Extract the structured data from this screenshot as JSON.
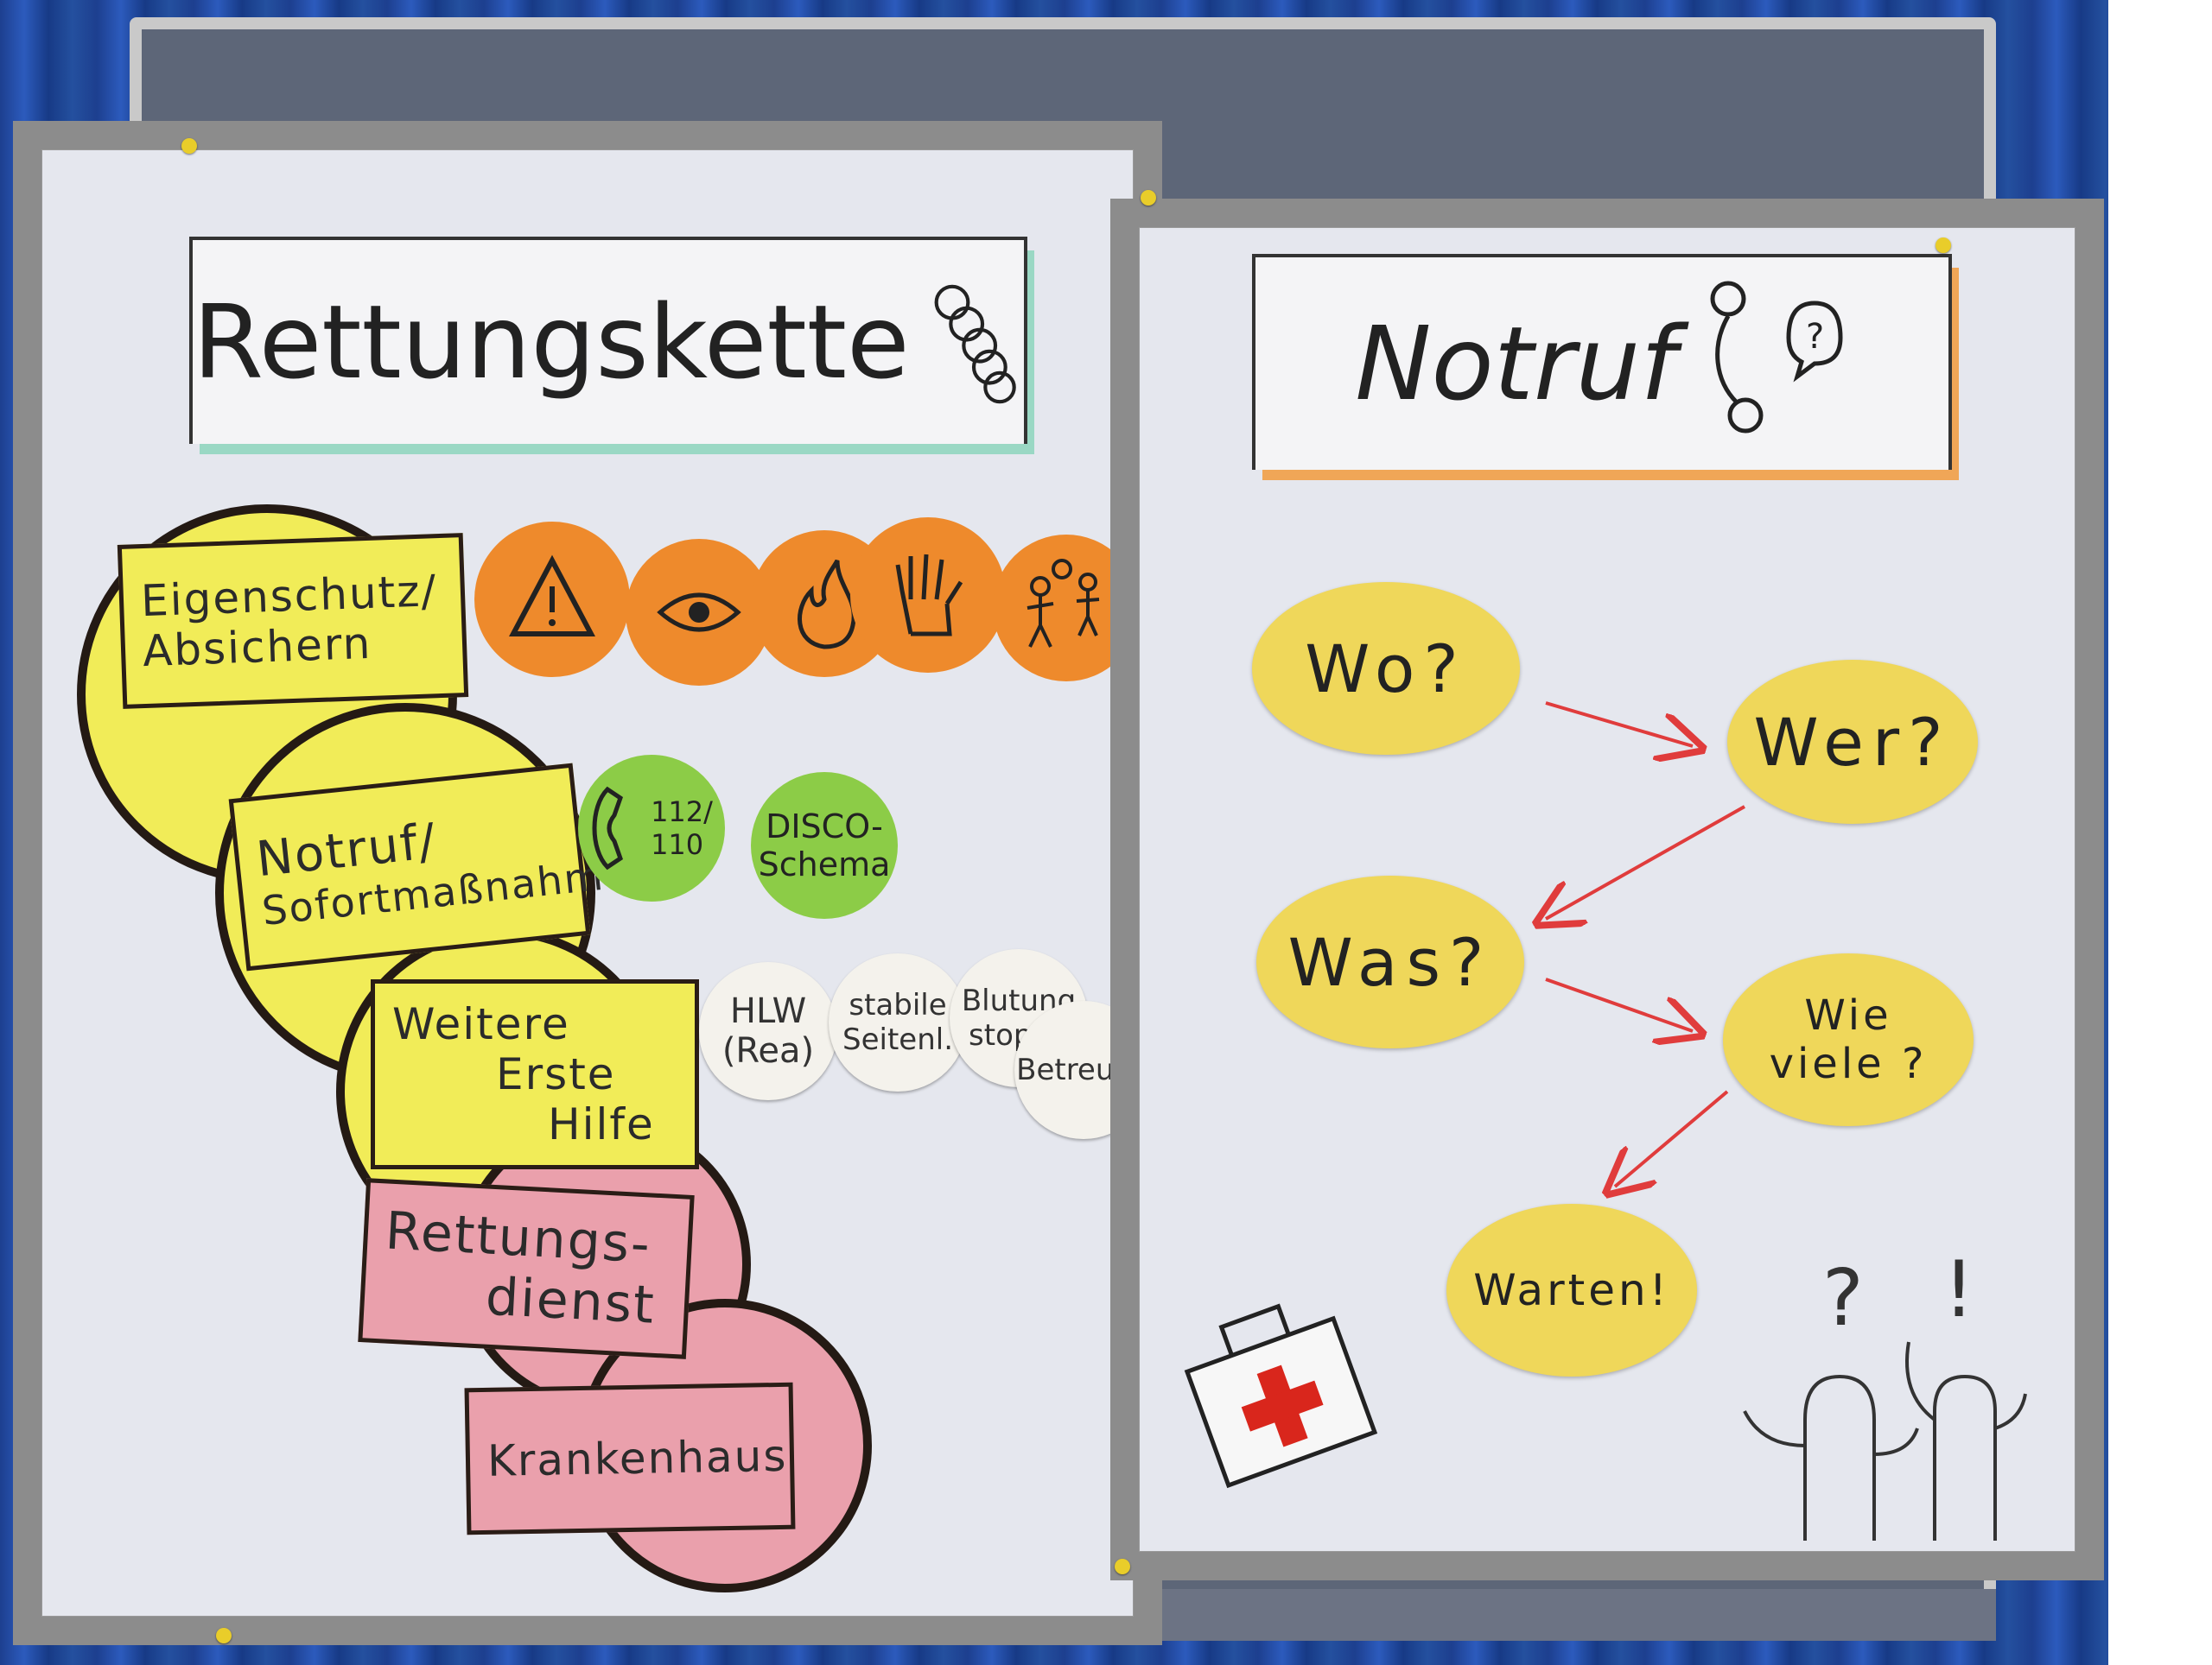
{
  "left_poster": {
    "title": "Rettungskette",
    "cards": [
      {
        "label_line1": "Eigenschutz/",
        "label_line2": "Absichern"
      },
      {
        "label_line1": "Notruf/",
        "label_line2": "Sofortmaßnahme"
      },
      {
        "label_line1": "Weitere",
        "label_line2": "Erste",
        "label_line3": "Hilfe"
      },
      {
        "label_line1": "Rettungs-",
        "label_line2": "dienst"
      },
      {
        "label_line1": "Krankenhaus"
      }
    ],
    "danger_icons": [
      "warning-icon",
      "eye-icon",
      "fire-icon",
      "glove-icon",
      "people-talking-icon"
    ],
    "notruf_circles": [
      {
        "icon": "phone-icon",
        "text_line1": "112/",
        "text_line2": "110"
      },
      {
        "text_line1": "DISCO-",
        "text_line2": "Schema"
      }
    ],
    "first_aid_circles": [
      {
        "text_line1": "HLW",
        "text_line2": "(Rea)"
      },
      {
        "text_line1": "stabile",
        "text_line2": "Seitenl."
      },
      {
        "text_line1": "Blutung",
        "text_line2": "stoppe"
      },
      {
        "text_line1": "Betreuen"
      }
    ]
  },
  "right_poster": {
    "title": "Notruf",
    "questions": [
      "Wo?",
      "Wer?",
      "Was?",
      "Wie viele ?",
      "Warten!"
    ],
    "colors": {
      "bubble": "#efd75a",
      "arrow": "#e03c3c"
    }
  },
  "colors": {
    "curtain": "#1d3f8f",
    "yellow_card": "#f1ec58",
    "pink_card": "#eaa0ac",
    "orange_circle": "#ee8a2c",
    "green_circle": "#8ccc47"
  }
}
